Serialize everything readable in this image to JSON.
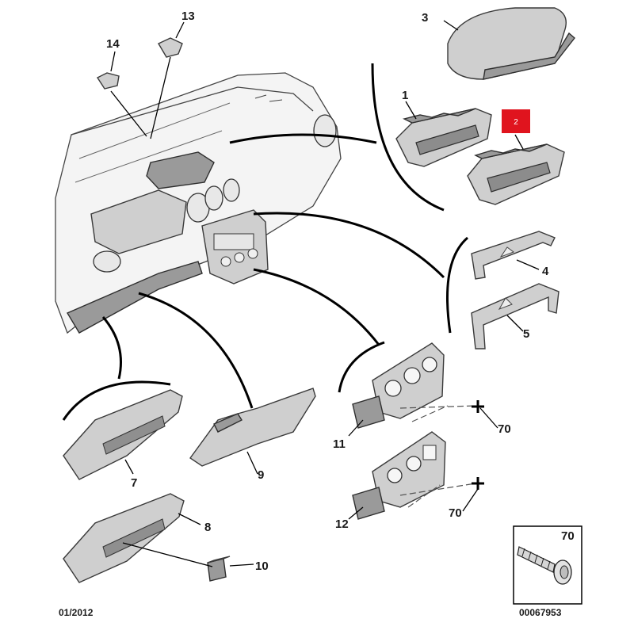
{
  "callouts": {
    "c1": "1",
    "c2": "2",
    "c3": "3",
    "c4": "4",
    "c5": "5",
    "c7": "7",
    "c8": "8",
    "c9": "9",
    "c10": "10",
    "c11": "11",
    "c12": "12",
    "c13": "13",
    "c14": "14",
    "c70a": "70",
    "c70b": "70"
  },
  "detail_box": {
    "label": "70",
    "icon": "screw-icon"
  },
  "footer": {
    "date": "01/2012",
    "ref": "00067953"
  },
  "colors": {
    "highlight": "#e0141e",
    "line": "#000000",
    "part": "#cfcfcf"
  }
}
